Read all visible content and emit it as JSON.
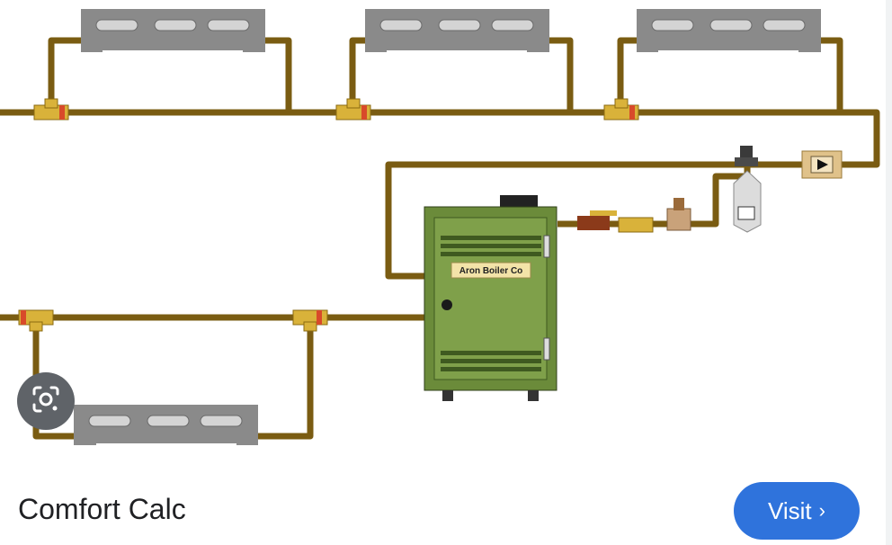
{
  "image": {
    "boiler_label": "Aron Boiler Co"
  },
  "result": {
    "title": "Comfort Calc",
    "visit_label": "Visit",
    "visit_icon": "chevron-right-icon"
  },
  "overlay": {
    "lens_icon": "google-lens-icon"
  },
  "colors": {
    "pipe": "#7a5c12",
    "radiator": "#8a8a8a",
    "boiler": "#6b8b3a",
    "visit_button": "#2f73dc"
  }
}
